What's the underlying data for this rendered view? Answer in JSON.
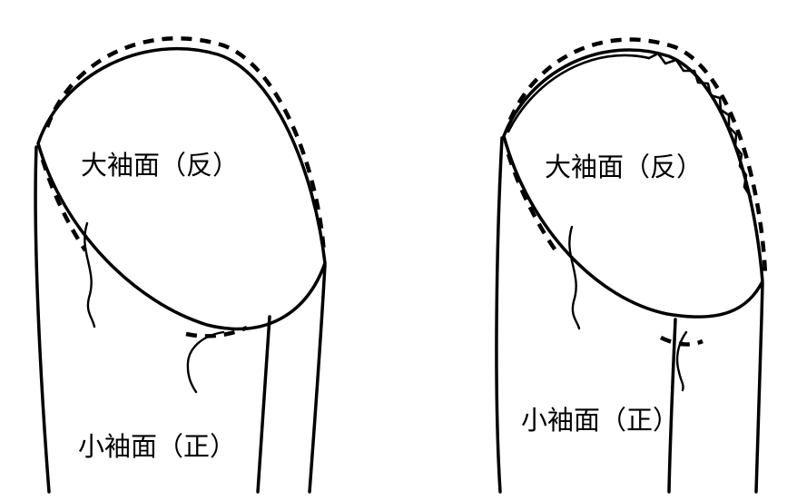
{
  "page": {
    "background": "#ffffff"
  },
  "diagram": {
    "stroke_color": "#000000",
    "panels": [
      {
        "id": "left-sleeve",
        "upper_label": "大袖面（反）",
        "lower_label": "小袖面（正）"
      },
      {
        "id": "right-sleeve",
        "upper_label": "大袖面（反）",
        "lower_label": "小袖面（正）"
      }
    ]
  }
}
